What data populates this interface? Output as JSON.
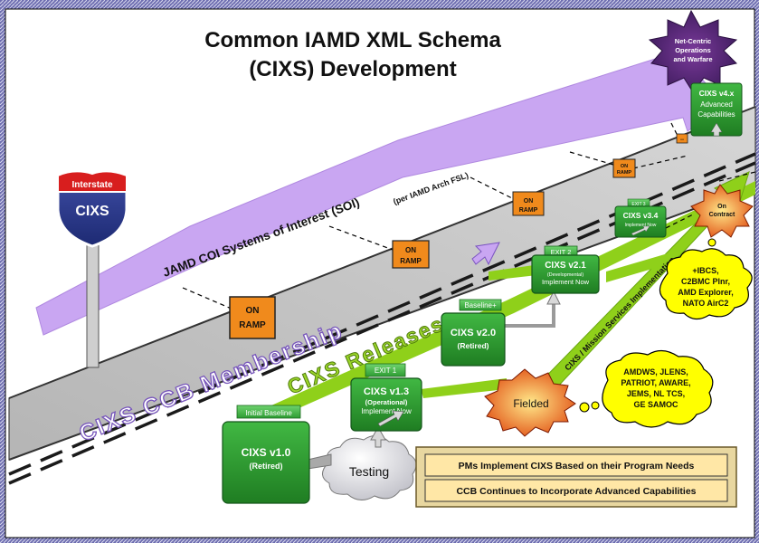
{
  "title": {
    "line1": "Common IAMD XML Schema",
    "line2": "(CIXS) Development"
  },
  "sign": {
    "top": "Interstate",
    "main": "CIXS"
  },
  "star_top": {
    "l1": "Net-Centric",
    "l2": "Operations",
    "l3": "and Warfare"
  },
  "star_contract": {
    "l1": "On",
    "l2": "Contract"
  },
  "star_fielded": {
    "label": "Fielded"
  },
  "arrow_soi": {
    "label": "JAMD COI Systems of Interest (SOI)",
    "sub": "(per IAMD Arch FSL)"
  },
  "road_labels": {
    "membership": "CIXS CCB Membership",
    "releases": "CIXS Releases",
    "mission": "CIXS / Mission Services Implementation"
  },
  "on_ramp": {
    "l1": "ON",
    "l2": "RAMP"
  },
  "ramp_marker": "--",
  "testing": "Testing",
  "releases": {
    "v10": {
      "header": "Initial Baseline",
      "title": "CIXS v1.0",
      "sub": "(Retired)"
    },
    "v13": {
      "header": "EXIT 1",
      "title": "CIXS v1.3",
      "sub": "(Operational)",
      "sub2": "Implement Now"
    },
    "v20": {
      "header": "Baseline+",
      "title": "CIXS v2.0",
      "sub": "(Retired)"
    },
    "v21": {
      "header": "EXIT 2",
      "title": "CIXS v2.1",
      "sub": "(Developmental)",
      "sub2": "Implement Now"
    },
    "v34": {
      "header": "EXIT 3",
      "title": "CIXS v3.4",
      "sub2": "Implement Now"
    },
    "v4x": {
      "title": "CIXS v4.x",
      "sub": "Advanced",
      "sub2": "Capabilities"
    }
  },
  "cloud_contract": {
    "l1": "+IBCS,",
    "l2": "C2BMC Plnr,",
    "l3": "AMD Explorer,",
    "l4": "NATO AirC2"
  },
  "cloud_fielded": {
    "l1": "AMDWS, JLENS,",
    "l2": "PATRIOT, AWARE,",
    "l3": "JEMS, NL TCS,",
    "l4": "GE SAMOC"
  },
  "info_box": {
    "line1": "PMs Implement CIXS Based on their Program Needs",
    "line2": "CCB Continues to Incorporate Advanced Capabilities"
  },
  "colors": {
    "purple": "#c9a6f2",
    "green": "#2f9a31",
    "lime": "#8fd01a",
    "road": "#bfbfbf",
    "orange": "#f08a1c"
  }
}
